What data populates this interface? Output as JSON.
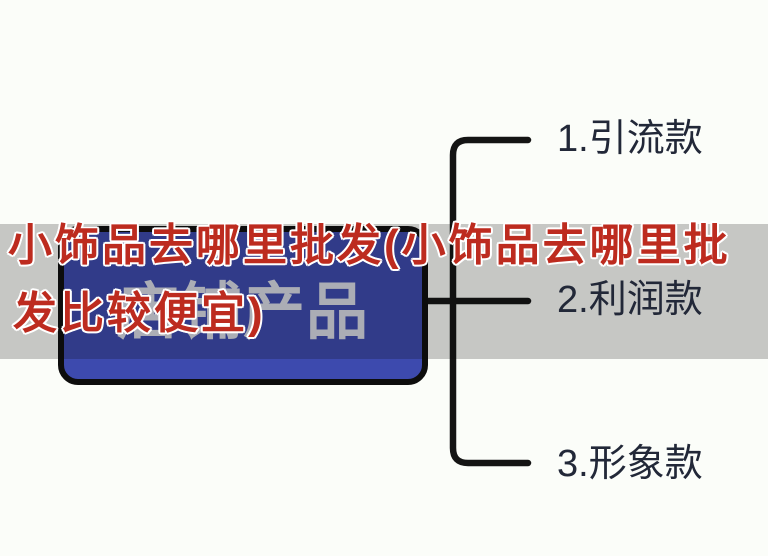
{
  "colors": {
    "background": "#fbfdf9",
    "band-overlay": "rgba(10,10,10,0.22)",
    "box-fill": "#3d4aae",
    "box-border": "#0d0d0d",
    "box-label": "#d9dce6",
    "connector": "#141414",
    "branch-label": "#222838",
    "title-fill": "#bd2b1f",
    "title-outline": "#ffffff"
  },
  "title_overlay": {
    "line1": "小饰品去哪里批发(小饰品去哪里批",
    "line2": "发比较便宜)"
  },
  "mindmap": {
    "root": {
      "label": "店铺产品"
    },
    "branches": [
      {
        "label": "1.引流款"
      },
      {
        "label": "2.利润款"
      },
      {
        "label": "3.形象款"
      }
    ]
  }
}
